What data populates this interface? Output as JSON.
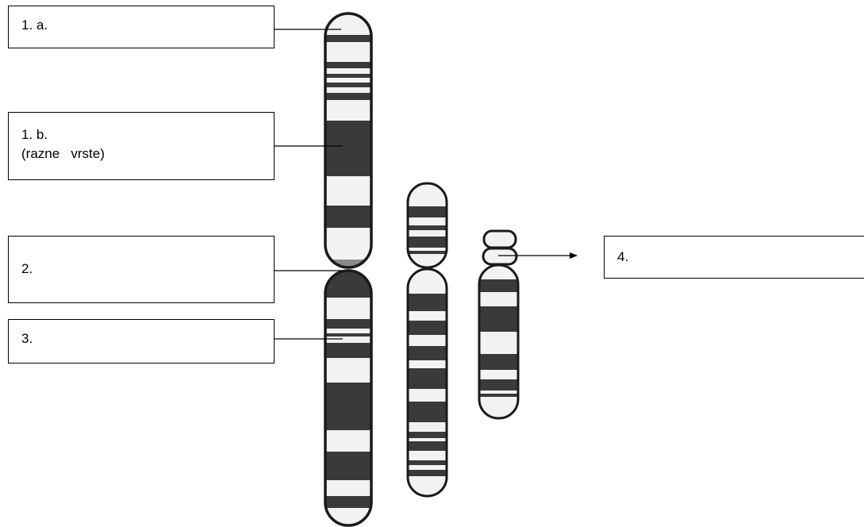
{
  "labels": {
    "box_1a": {
      "line1": "1. a."
    },
    "box_1b": {
      "line1": "1. b.",
      "line2": "(razne   vrste)"
    },
    "box_2": {
      "line1": "2."
    },
    "box_3": {
      "line1": "3."
    },
    "box_4": {
      "line1": "4."
    }
  },
  "colors": {
    "dark_band": "#3a3a3a",
    "light_band": "#f2f2f2",
    "outline": "#1a1a1a"
  }
}
